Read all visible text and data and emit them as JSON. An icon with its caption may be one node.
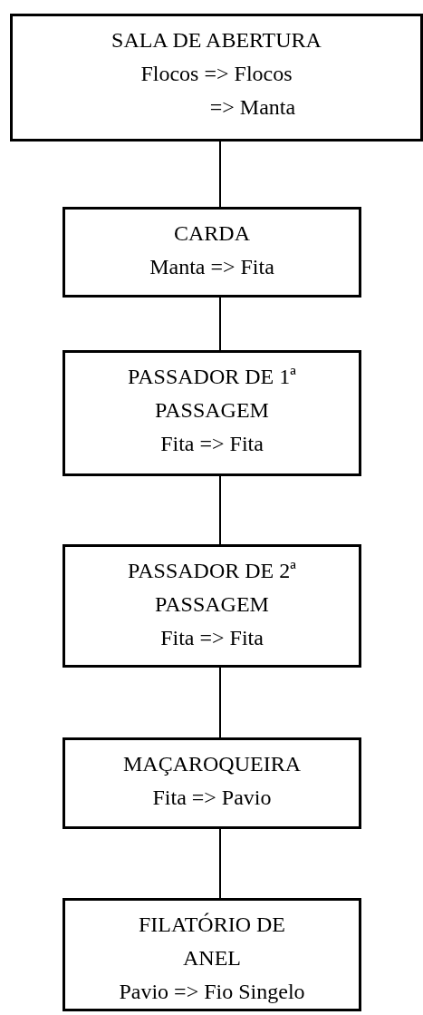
{
  "diagram": {
    "nodes": [
      {
        "text": [
          "SALA DE ABERTURA",
          "Flocos => Flocos",
          "=> Manta"
        ]
      },
      {
        "text": [
          "CARDA",
          "Manta => Fita"
        ]
      },
      {
        "text": [
          "PASSADOR DE 1ª PASSAGEM",
          "Fita => Fita"
        ]
      },
      {
        "text": [
          "PASSADOR DE 2ª PASSAGEM",
          "Fita => Fita"
        ]
      },
      {
        "text": [
          "MAÇAROQUEIRA",
          "Fita => Pavio"
        ]
      },
      {
        "text": [
          "FILATÓRIO DE ANEL",
          "Pavio => Fio Singelo"
        ]
      }
    ],
    "edges": [
      {
        "from": 0,
        "to": 1,
        "arrow": "none"
      },
      {
        "from": 1,
        "to": 2,
        "arrow": "none"
      },
      {
        "from": 2,
        "to": 3,
        "arrow": "none"
      },
      {
        "from": 3,
        "to": 4,
        "arrow": "none"
      },
      {
        "from": 4,
        "to": 5,
        "arrow": "none"
      }
    ]
  }
}
